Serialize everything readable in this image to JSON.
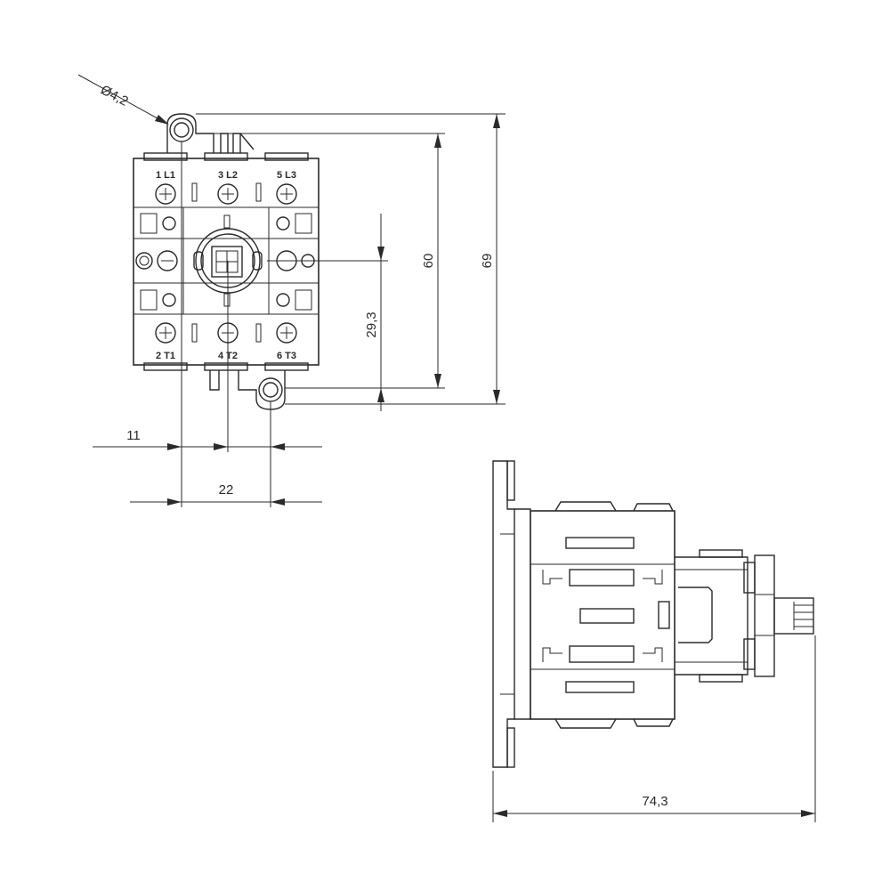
{
  "front_view": {
    "hole_diameter_label": "Ø4,2",
    "terminals_top": [
      "1 L1",
      "3 L2",
      "5 L3"
    ],
    "terminals_bottom": [
      "2 T1",
      "4 T2",
      "6 T3"
    ]
  },
  "dimensions": {
    "height_inner": "60",
    "height_overall": "69",
    "center_to_mount": "29,3",
    "offset_left": "11",
    "hole_spacing": "22",
    "depth": "74,3"
  }
}
